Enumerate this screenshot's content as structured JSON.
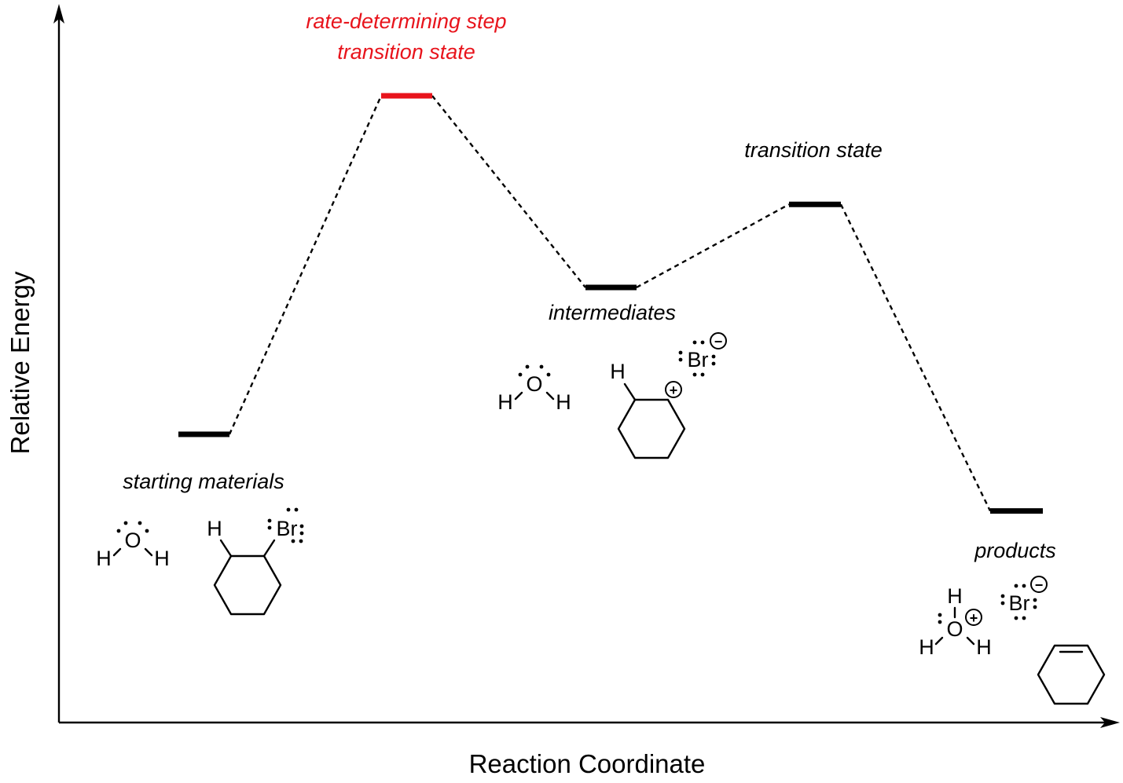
{
  "axes": {
    "x_title": "Reaction Coordinate",
    "y_title": "Relative Energy"
  },
  "states": [
    {
      "id": "starting-materials",
      "label": "starting materials",
      "energy": 0.47,
      "color": "#000000"
    },
    {
      "id": "rds-transition-state",
      "label_line1": "rate-determining step",
      "label_line2": "transition state",
      "energy": 1.0,
      "color": "#e8141c"
    },
    {
      "id": "intermediates",
      "label": "intermediates",
      "energy": 0.7,
      "color": "#000000"
    },
    {
      "id": "transition-state-2",
      "label": "transition state",
      "energy": 0.83,
      "color": "#000000"
    },
    {
      "id": "products",
      "label": "products",
      "energy": 0.35,
      "color": "#000000"
    }
  ],
  "molecules": {
    "water": {
      "O": "O",
      "H": "H"
    },
    "bromocyclohexane": {
      "H": "H",
      "Br": "Br"
    },
    "carbocation": {
      "H": "H",
      "charge": "+"
    },
    "bromide": {
      "Br": "Br",
      "charge": "−"
    },
    "hydronium": {
      "O": "O",
      "H": "H",
      "charge": "+"
    }
  },
  "colors": {
    "highlight": "#e8141c",
    "ink": "#000000"
  }
}
